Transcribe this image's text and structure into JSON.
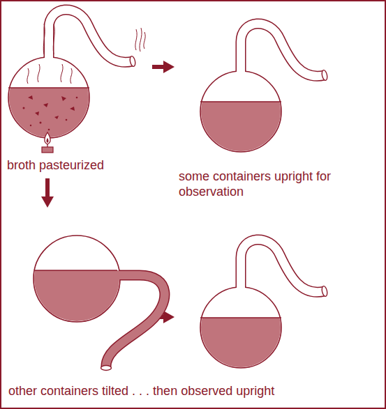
{
  "diagram": {
    "labels": [
      "broth pasteurized",
      "some containers upright for observation",
      "other containers tilted . . . then observed upright"
    ]
  }
}
